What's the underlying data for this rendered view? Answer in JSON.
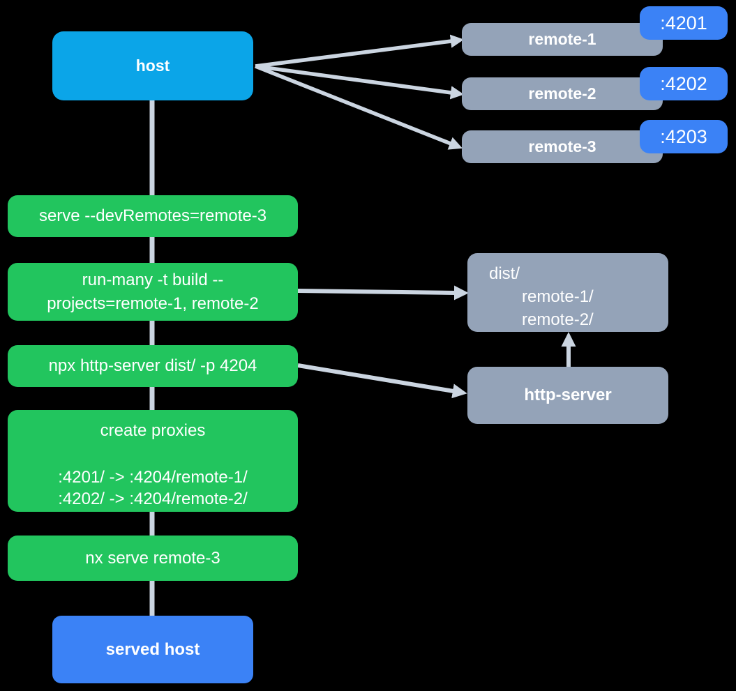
{
  "colors": {
    "background": "#000000",
    "host_blue": "#0ba5e8",
    "port_badge_blue": "#3b82f6",
    "served_host_blue": "#3b82f6",
    "step_green": "#22c55e",
    "node_gray": "#94a3b8",
    "connector_gray": "#cbd5e1",
    "text": "#ffffff"
  },
  "nodes": {
    "host": {
      "label": "host"
    },
    "remotes": [
      {
        "label": "remote-1",
        "port": ":4201"
      },
      {
        "label": "remote-2",
        "port": ":4202"
      },
      {
        "label": "remote-3",
        "port": ":4203"
      }
    ],
    "steps": [
      {
        "lines": [
          "serve --devRemotes=remote-3"
        ]
      },
      {
        "lines": [
          "run-many -t build --",
          "projects=remote-1, remote-2"
        ]
      },
      {
        "lines": [
          "npx http-server dist/ -p 4204"
        ]
      },
      {
        "lines": [
          "create proxies",
          ":4201/ -> :4204/remote-1/",
          ":4202/ -> :4204/remote-2/"
        ]
      },
      {
        "lines": [
          "nx serve remote-3"
        ]
      }
    ],
    "dist": {
      "lines": [
        "dist/",
        "remote-1/",
        "remote-2/"
      ]
    },
    "http_server": {
      "label": "http-server"
    },
    "served_host": {
      "label": "served host"
    }
  }
}
